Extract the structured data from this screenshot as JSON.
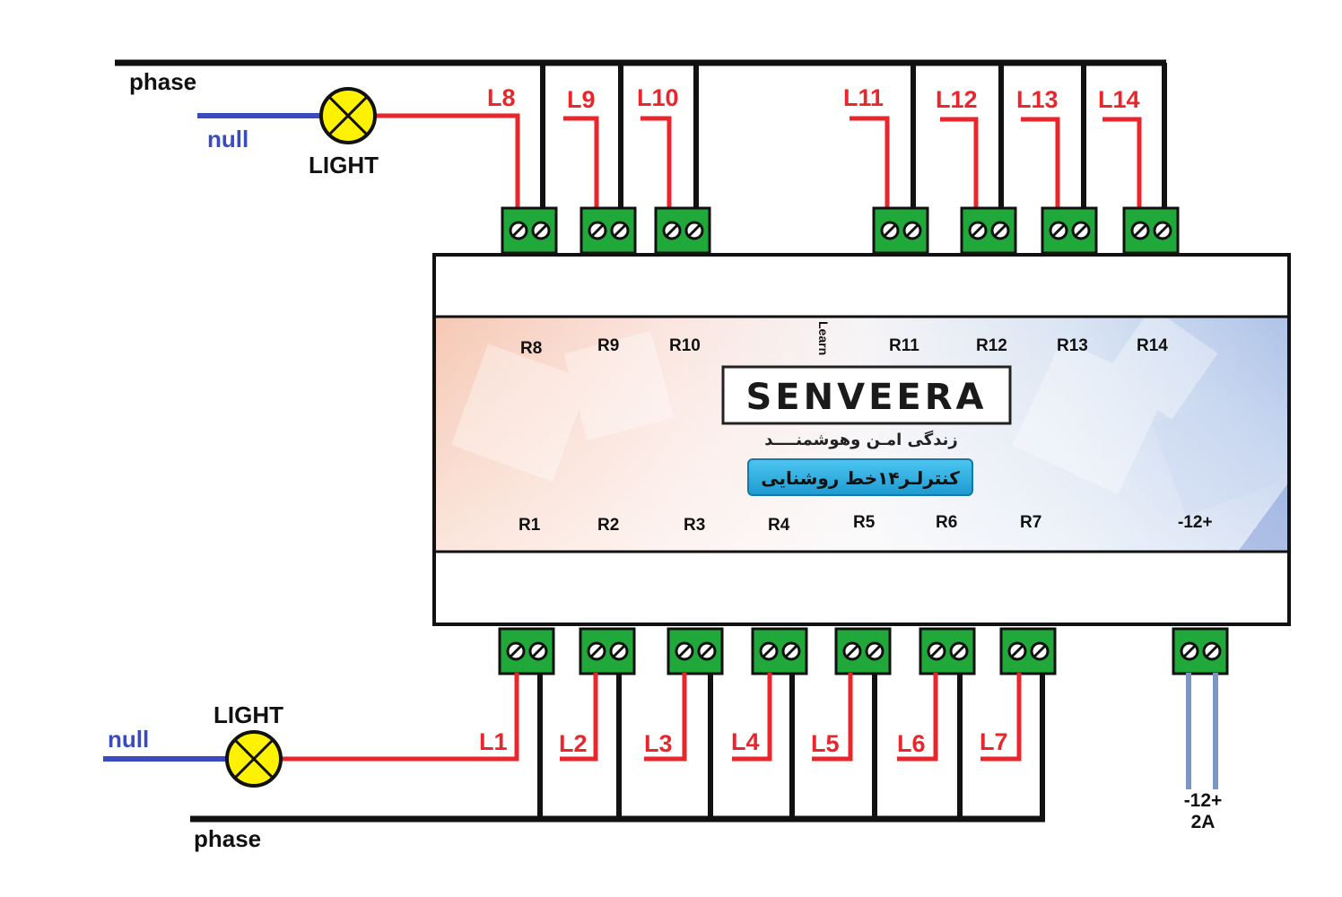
{
  "labels": {
    "phase_top": "phase",
    "phase_bottom": "phase",
    "null_top": "null",
    "null_bottom": "null",
    "light_top": "LIGHT",
    "light_bottom": "LIGHT",
    "learn": "Learn",
    "power_spec_1": "-12+",
    "power_spec_2": "2A"
  },
  "top_lines": [
    "L8",
    "L9",
    "L10",
    "L11",
    "L12",
    "L13",
    "L14"
  ],
  "bottom_lines": [
    "L1",
    "L2",
    "L3",
    "L4",
    "L5",
    "L6",
    "L7"
  ],
  "top_relays": [
    "R8",
    "R9",
    "R10",
    "R11",
    "R12",
    "R13",
    "R14"
  ],
  "bottom_relays": [
    "R1",
    "R2",
    "R3",
    "R4",
    "R5",
    "R6",
    "R7"
  ],
  "power_label": "-12+",
  "device": {
    "brand": "SENVEERA",
    "slogan": "زندگی امـن وهوشمنــــد",
    "product": "کنترلـر۱۴خط روشنایی"
  },
  "colors": {
    "phase_wire": "#111111",
    "load_wire": "#e8262b",
    "null_wire": "#3a4bbf",
    "power_wire": "#7c97c0",
    "terminal": "#21a83a",
    "lamp": "#fff200",
    "badge": "#29b3e3"
  }
}
